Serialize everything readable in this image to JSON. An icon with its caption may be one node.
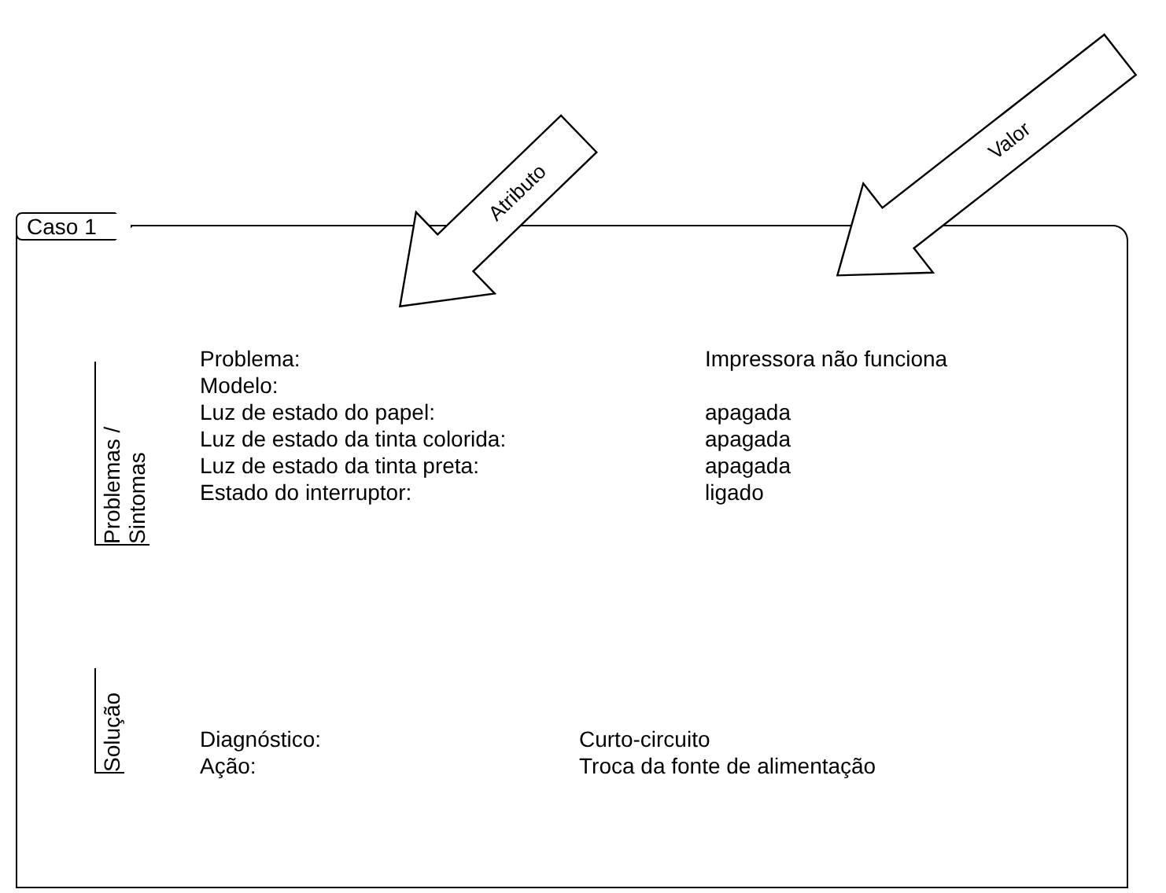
{
  "diagram": {
    "nodes": [
      {
        "text": [
          "Caso 1"
        ]
      },
      {
        "text": [
          "Problemas / Sintomas"
        ],
        "in": 0
      },
      {
        "text": [
          "Solução"
        ],
        "in": 0
      },
      {
        "text": [
          "Atributo"
        ]
      },
      {
        "text": [
          "Valor"
        ]
      }
    ],
    "labels": [
      "Problema:",
      "Impressora não funciona",
      "Modelo:",
      "Luz de estado do papel:",
      "apagada",
      "Luz de estado da tinta colorida:",
      "apagada",
      "Luz de estado da tinta preta:",
      "apagada",
      "Estado do interruptor:",
      "ligado",
      "Diagnóstico:",
      "Curto-circuito",
      "Ação:",
      "Troca da fonte de alimentação"
    ]
  }
}
